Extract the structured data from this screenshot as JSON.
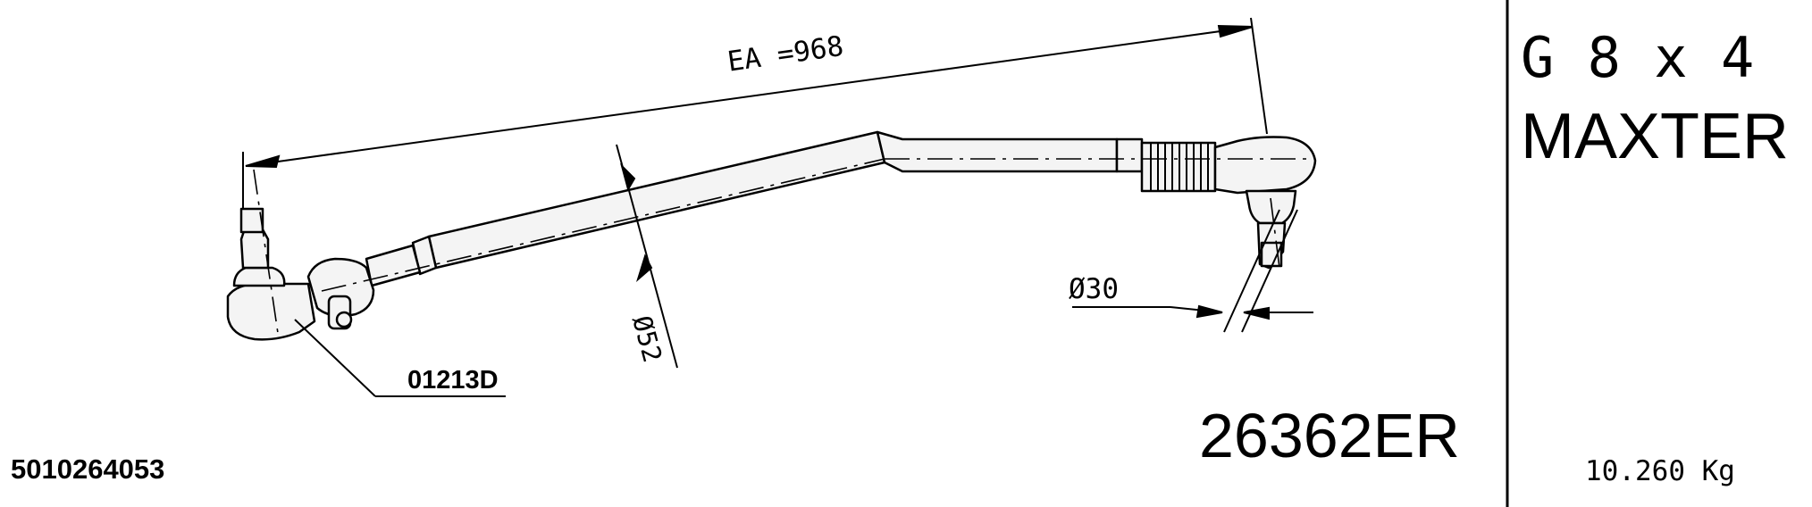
{
  "dimensions": {
    "overall_length": "EA =968",
    "tube_diameter": "Ø52",
    "pin_diameter": "Ø30"
  },
  "callouts": {
    "left_joint_code": "01213D"
  },
  "part": {
    "number": "26362ER",
    "reference": "5010264053",
    "weight": "10.260 Kg"
  },
  "application": {
    "model_line1": "G 8 x 4",
    "model_line2": "MAXTER"
  },
  "colors": {
    "line": "#000000",
    "part_fill": "#f4f4f4",
    "background": "#ffffff"
  }
}
